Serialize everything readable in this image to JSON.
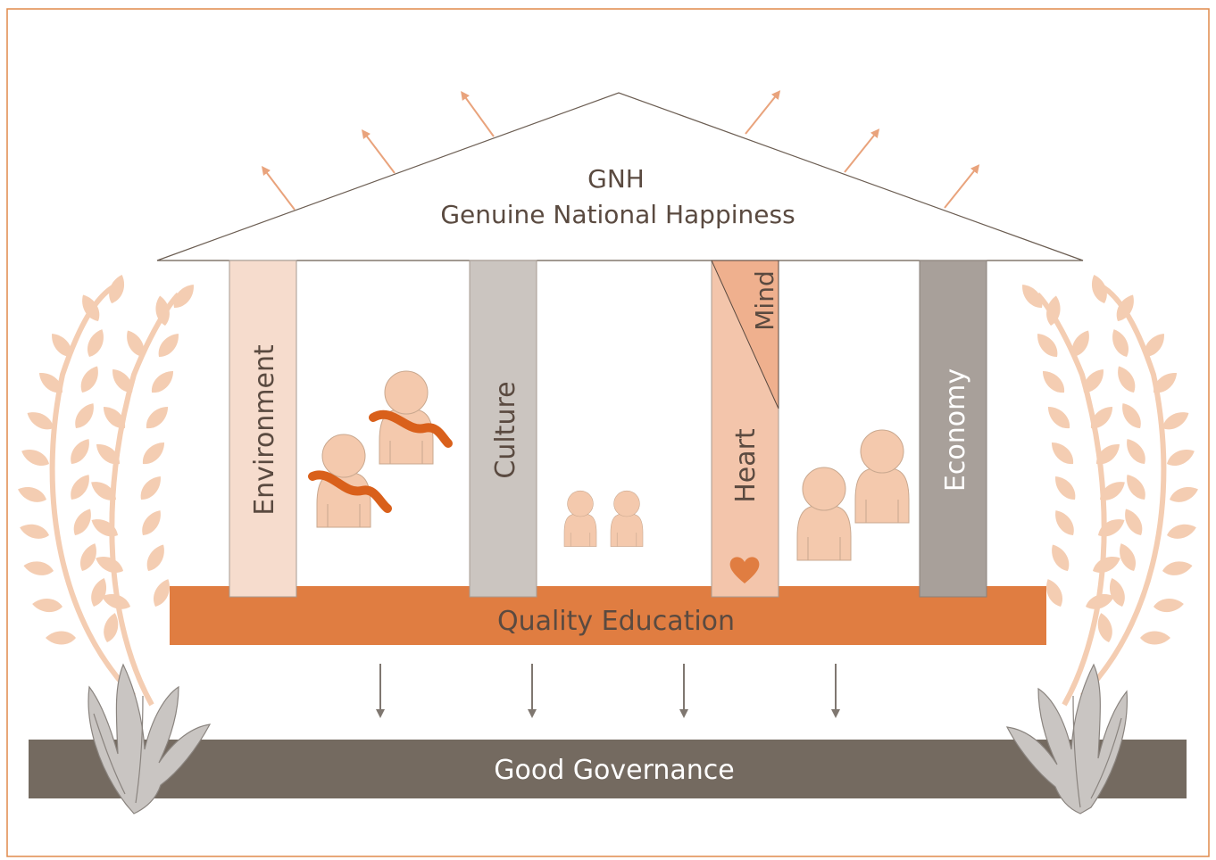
{
  "roof": {
    "title": "GNH",
    "subtitle": "Genuine National Happiness"
  },
  "pillars": [
    {
      "id": "environment",
      "label": "Environment"
    },
    {
      "id": "culture",
      "label": "Culture"
    },
    {
      "id": "heart",
      "label": "Heart"
    },
    {
      "id": "mind",
      "label": "Mind"
    },
    {
      "id": "economy",
      "label": "Economy"
    }
  ],
  "foundation": {
    "label": "Quality Education"
  },
  "base": {
    "label": "Good Governance"
  },
  "colors": {
    "frame": "#e08a4c",
    "arrow_up": "#e9a37c",
    "environment_pillar": "#f6dccd",
    "culture_pillar": "#cbc5c0",
    "heart_pillar": "#f3c5ab",
    "mind_pillar": "#efb08e",
    "economy_pillar": "#a8a09a",
    "education_bar": "#e07d41",
    "governance_bar": "#746a60",
    "people": "#f4c9ad",
    "sash": "#d9601b",
    "heart_icon": "#e07d41",
    "laurel_leaf": "#f4cdb2",
    "grass": "#c9c5c2",
    "down_arrow": "#7f7770",
    "text_dark": "#5a4a40",
    "text_light": "#ffffff"
  }
}
